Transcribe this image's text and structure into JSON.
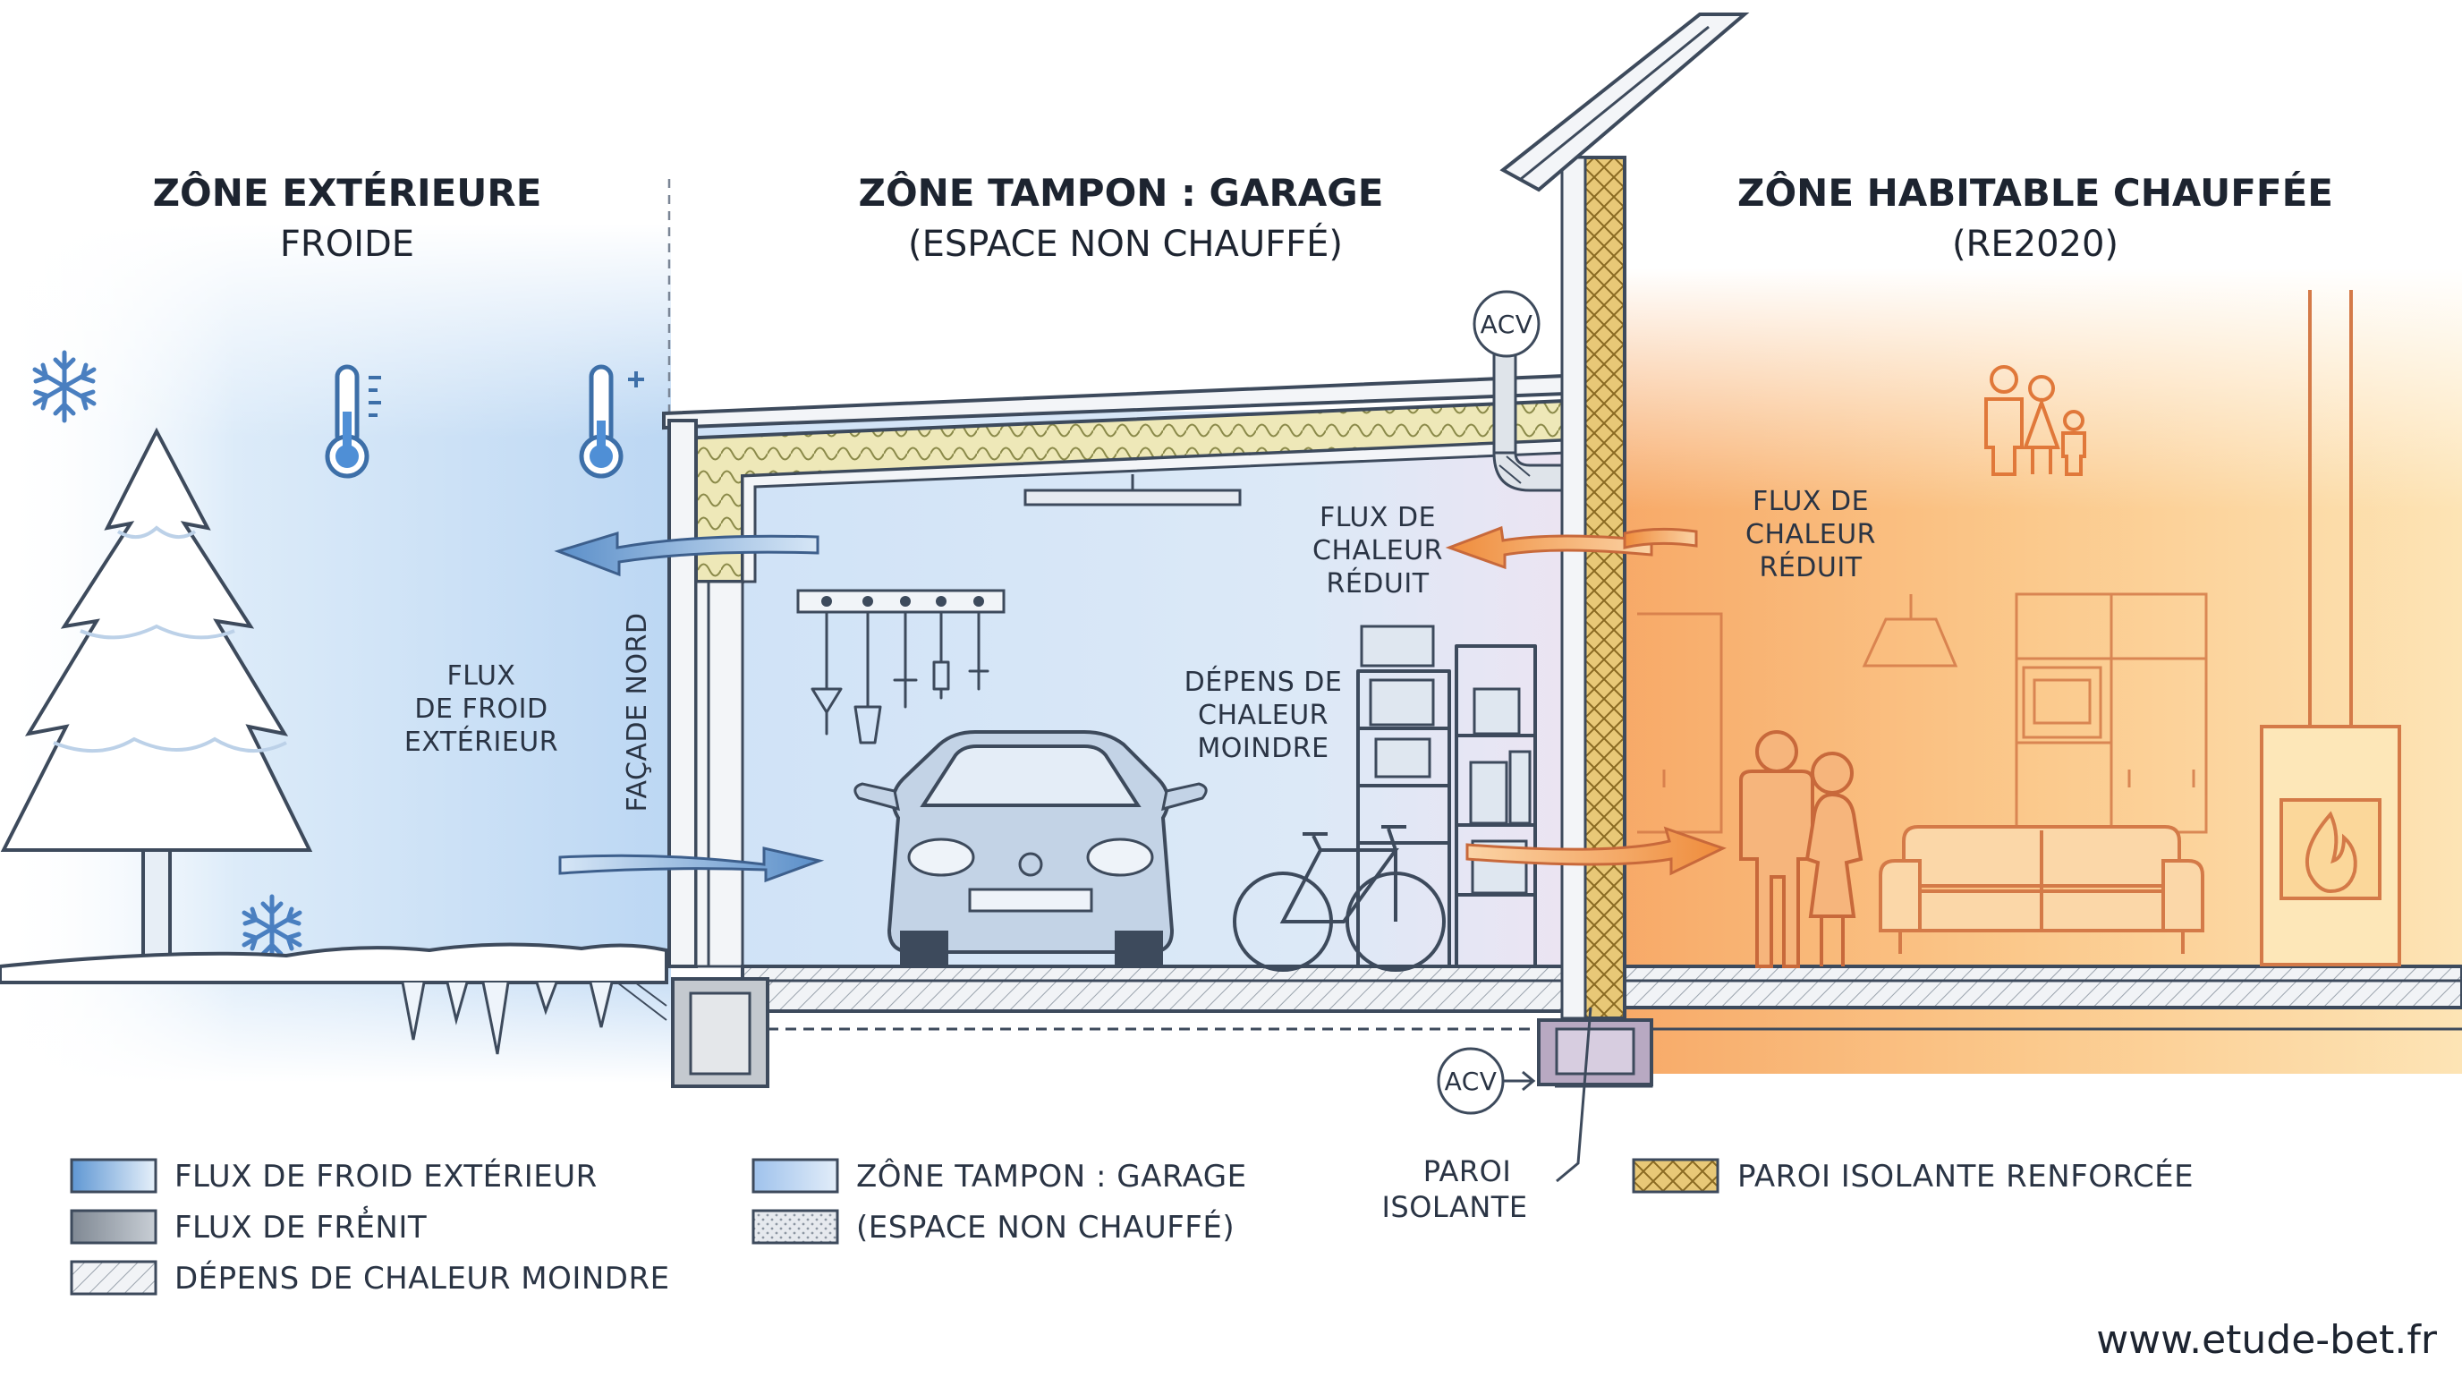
{
  "zones": {
    "exterior": {
      "title": "ZÔNE EXTÉRIEURE",
      "subtitle": "FROIDE"
    },
    "buffer": {
      "title": "ZÔNE TAMPON : GARAGE",
      "subtitle": "(ESPACE NON CHAUFFÉ)"
    },
    "heated": {
      "title": "ZÔNE HABITABLE CHAUFFÉE",
      "subtitle": "(RE2020)"
    }
  },
  "labels": {
    "cold_flux": [
      "FLUX",
      "DE FROID",
      "EXTÉRIEUR"
    ],
    "facade": "FAÇADE NORD",
    "heat_flux_garage": [
      "FLUX DE",
      "CHALEUR",
      "RÉDUIT"
    ],
    "heat_flux_home": [
      "FLUX DE",
      "CHALEUR",
      "RÉDUIT"
    ],
    "heat_loss": [
      "DÉPENS DE",
      "CHALEUR",
      "MOINDRE"
    ],
    "acv_top": "ACV",
    "acv_bottom": "ACV",
    "wall": [
      "PAROI",
      "ISOLANTE"
    ]
  },
  "legend": [
    {
      "label": "FLUX DE FROID EXTÉRIEUR",
      "color": "#9cc3ea"
    },
    {
      "label": "FLUX DE FRE̾NIT",
      "color": "#9aa3ad"
    },
    {
      "label": "DÉPENS DE CHALEUR MOINDRE",
      "color": "#e8edf3"
    },
    {
      "label": "ZÔNE TAMPON : GARAGE",
      "color": "#c5d9f2"
    },
    {
      "label": "(ESPACE NON CHAUFFÉ)",
      "color": "#e3e7ec"
    },
    {
      "label": "PAROI ISOLANTE RENFORCÉE",
      "color": "#e8c877"
    }
  ],
  "icons": [
    "snowflake-icon",
    "thermometer-cold-icon",
    "thermometer-plus-icon",
    "family-icon",
    "flame-icon",
    "car-icon",
    "bicycle-icon",
    "tools-icon",
    "shelf-icon",
    "sofa-icon",
    "stove-icon",
    "kitchen-icon",
    "couple-icon",
    "tree-icon"
  ],
  "colors": {
    "cold": "#7fb2e5",
    "warm": "#f5a15a",
    "insulation": "#e8c877",
    "line": "#3d4a5c"
  },
  "website": "www.etude-bet.fr"
}
